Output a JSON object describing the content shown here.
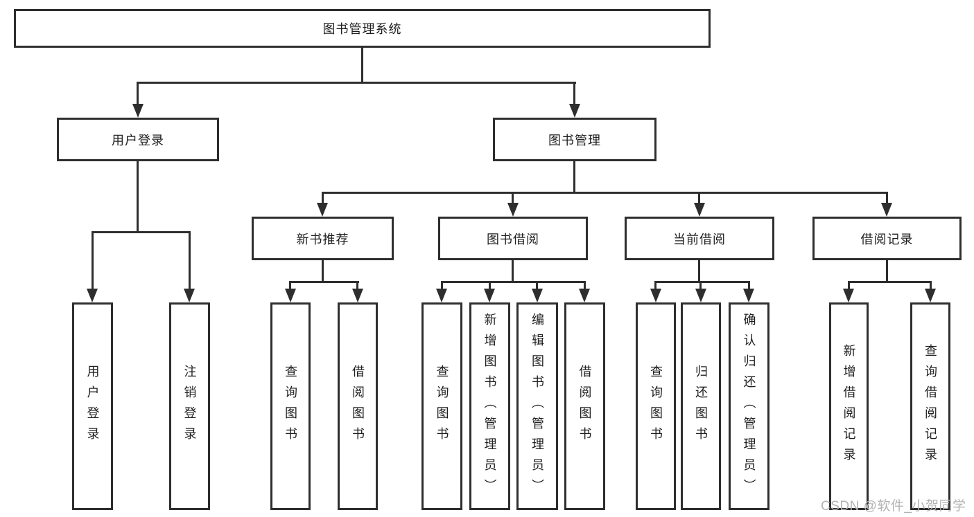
{
  "tree": {
    "root": "图书管理系统",
    "branches": [
      {
        "label": "用户登录",
        "children": [
          "用户登录",
          "注销登录"
        ]
      },
      {
        "label": "图书管理",
        "groups": [
          {
            "label": "新书推荐",
            "children": [
              "查询图书",
              "借阅图书"
            ]
          },
          {
            "label": "图书借阅",
            "children": [
              "查询图书",
              "新增图书（管理员）",
              "编辑图书（管理员）",
              "借阅图书"
            ]
          },
          {
            "label": "当前借阅",
            "children": [
              "查询图书",
              "归还图书",
              "确认归还（管理员）"
            ]
          },
          {
            "label": "借阅记录",
            "children": [
              "新增借阅记录",
              "查询借阅记录"
            ]
          }
        ]
      }
    ]
  },
  "watermark": "CSDN @软件_小贺同学",
  "colors": {
    "line": "#2e2e2e",
    "text": "#1e1e1e",
    "watermark": "#b5b2b2",
    "background": "#ffffff"
  }
}
